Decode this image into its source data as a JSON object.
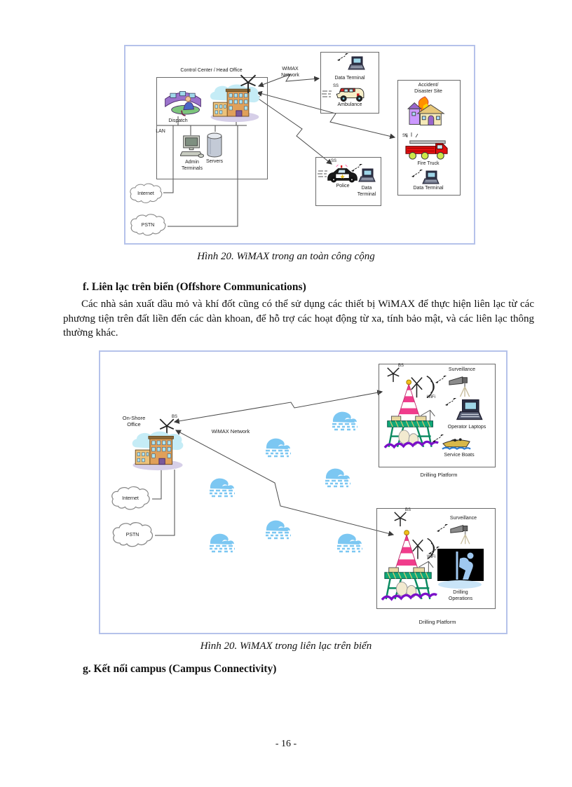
{
  "page": {
    "number": "- 16 -"
  },
  "colors": {
    "frame_blue": "#b5c2ea",
    "wave_blue": "#7cc7f2",
    "rig_pink": "#f03c8c",
    "rig_teal": "#0fa878"
  },
  "fig1": {
    "caption": "Hình 20. WiMAX trong an toàn công cộng",
    "cc_title": "Control Center / Head Office",
    "dispatch": "Dispatch",
    "lan": "LAN",
    "admin_terminals": "Admin\nTerminals",
    "servers": "Servers",
    "wimax": "WiMAX\nNetwork",
    "internet": "Internet",
    "pstn": "PSTN",
    "amb_box": {
      "data_terminal": "Data Terminal",
      "ss": "SS",
      "name": "Ambulance"
    },
    "acc_box": {
      "title": "Accident/\nDisaster Site",
      "ss": "SS",
      "fire_truck": "Fire Truck",
      "data_terminal": "Data Terminal"
    },
    "pol_box": {
      "ss": "SS",
      "name": "Police",
      "data_terminal": "Data\nTerminal"
    }
  },
  "section_f": {
    "heading": "f. Liên lạc trên biển (Offshore Communications)",
    "body": "Các nhà sản xuất dầu mỏ và khí đốt cũng có thể sử dụng các thiết bị WiMAX để thực hiện liên lạc từ các phương tiện trên đất liền đến các dàn khoan, để hỗ trợ các hoạt động từ xa, tính bảo mật, và các liên lạc thông thường khác."
  },
  "fig2": {
    "caption": "Hình 20. WiMAX trong liên lạc trên biển",
    "onshore": "On-Shore\nOffice",
    "bs": "BS",
    "wimax": "WiMAX Network",
    "internet": "Internet",
    "pstn": "PSTN",
    "p1": {
      "bs": "BS",
      "wifi": "WiFi",
      "surveillance": "Surveillance",
      "operator_laptops": "Operator Laptops",
      "service_boats": "Service Boats",
      "title": "Drilling Platform"
    },
    "p2": {
      "bs": "BS",
      "wifi": "WiFi",
      "surveillance": "Surveillance",
      "drilling_ops": "Drilling\nOperations",
      "title": "Drilling Platform"
    }
  },
  "section_g": {
    "heading": "g. Kết nối campus (Campus Connectivity)"
  }
}
